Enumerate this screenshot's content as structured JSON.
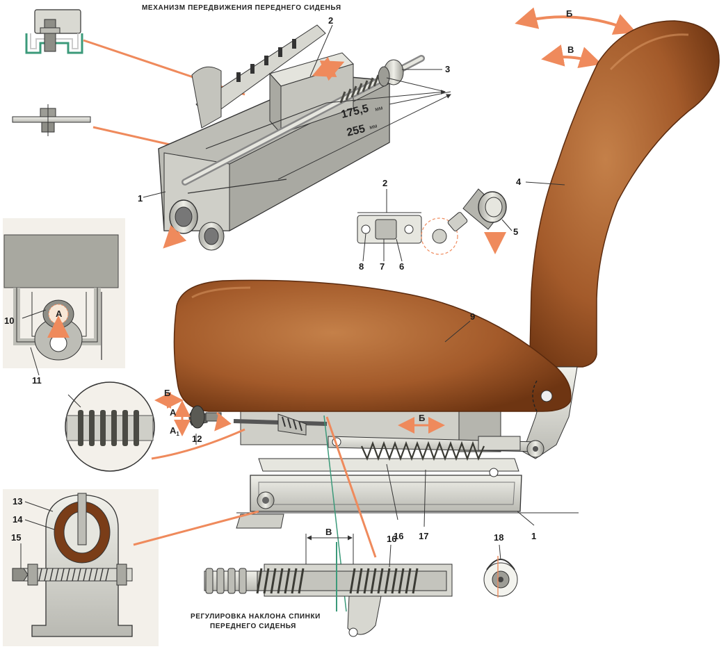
{
  "captions": {
    "top": "МЕХАНИЗМ ПЕРЕДВИЖЕНИЯ ПЕРЕДНЕГО СИДЕНЬЯ",
    "bottom_line1": "РЕГУЛИРОВКА НАКЛОНА СПИНКИ",
    "bottom_line2": "ПЕРЕДНЕГО СИДЕНЬЯ"
  },
  "dimensions": {
    "d1_value": "175,5",
    "d1_unit": "мм",
    "d2_value": "255",
    "d2_unit": "мм"
  },
  "callouts": {
    "c1_top": "1",
    "c2_top": "2",
    "c3": "3",
    "c4": "4",
    "c5": "5",
    "c2_detail": "2",
    "c6": "6",
    "c7": "7",
    "c8": "8",
    "c9": "9",
    "c10": "10",
    "c11": "11",
    "c12": "12",
    "c13": "13",
    "c14": "14",
    "c15": "15",
    "c16_main": "16",
    "c17": "17",
    "c1_main": "1",
    "c16_detail": "16",
    "c18": "18"
  },
  "arrow_labels": {
    "b_top": "Б",
    "v_top": "В",
    "b_left": "Б",
    "a_left": "А",
    "a1_left": "А",
    "a1_sub": "1",
    "a_inset": "А",
    "b_spring": "Б",
    "v_detail": "В"
  },
  "colors": {
    "upholstery": "#a35a2a",
    "upholstery_dark": "#6e3512",
    "upholstery_light": "#c27a45",
    "metal": "#d7d7d0",
    "metal_dark": "#8c8c86",
    "accent_arrow": "#ef8a5c",
    "line": "#2a2a2a"
  },
  "icons": [
    "seat-rail-section-icon",
    "clamp-bolt-icon",
    "recliner-knob-icon",
    "lock-clip-icon"
  ]
}
